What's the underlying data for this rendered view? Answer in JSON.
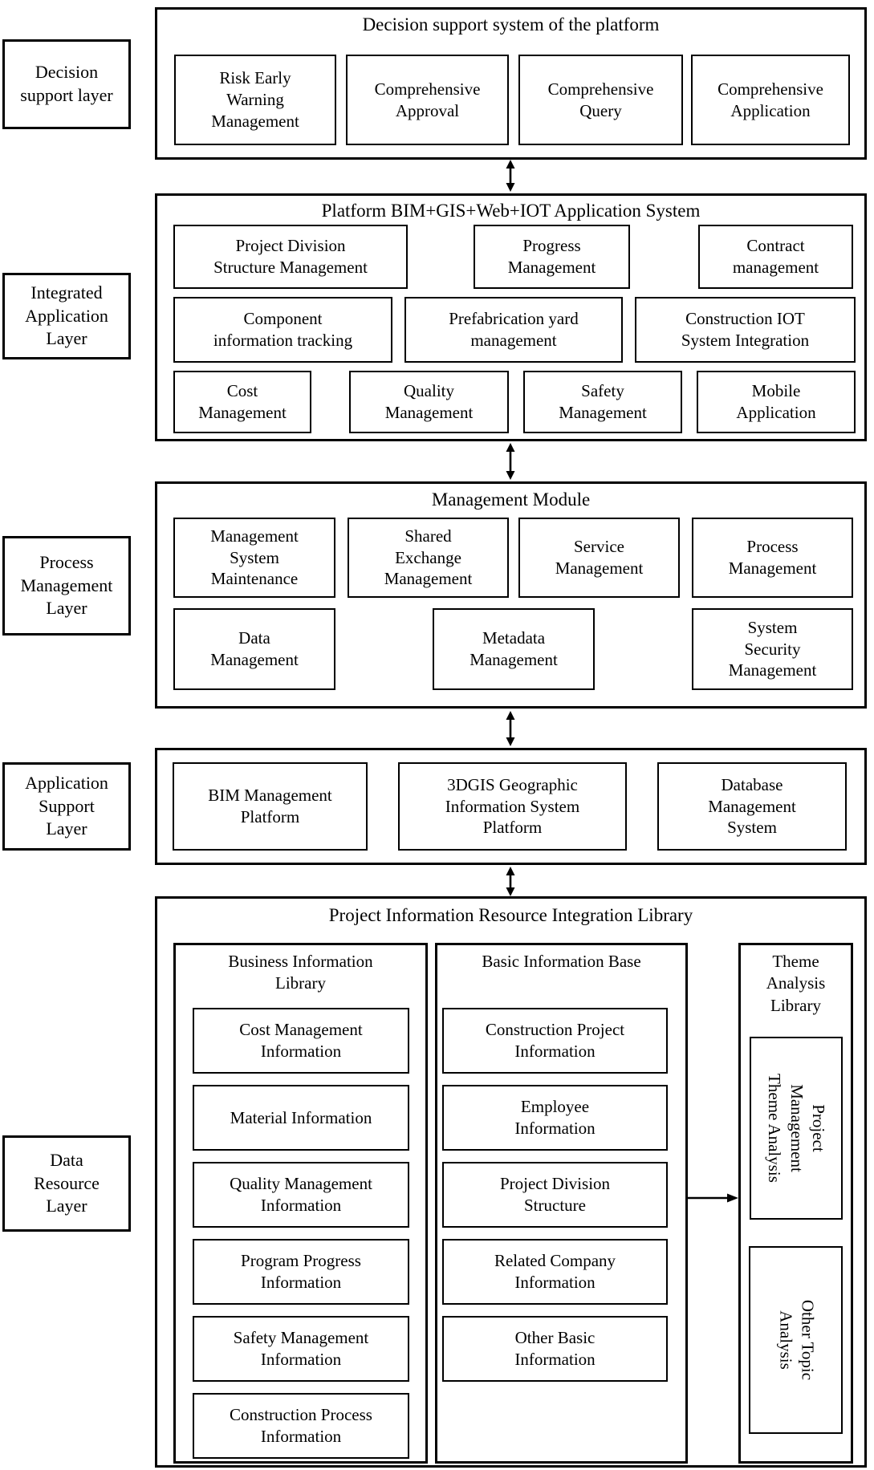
{
  "layer_labels": {
    "decision": "Decision\nsupport layer",
    "integrated": "Integrated\nApplication\nLayer",
    "process": "Process\nManagement\nLayer",
    "support": "Application\nSupport\nLayer",
    "data": "Data\nResource\nLayer"
  },
  "decision_section": {
    "title": "Decision support system of the platform",
    "items": [
      "Risk Early\nWarning\nManagement",
      "Comprehensive\nApproval",
      "Comprehensive\nQuery",
      "Comprehensive\nApplication"
    ]
  },
  "application_section": {
    "title": "Platform BIM+GIS+Web+IOT Application System",
    "row1": [
      "Project Division\nStructure Management",
      "Progress\nManagement",
      "Contract\nmanagement"
    ],
    "row2": [
      "Component\ninformation tracking",
      "Prefabrication yard\nmanagement",
      "Construction IOT\nSystem Integration"
    ],
    "row3": [
      "Cost\nManagement",
      "Quality\nManagement",
      "Safety\nManagement",
      "Mobile\nApplication"
    ]
  },
  "management_section": {
    "title": "Management Module",
    "row1": [
      "Management\nSystem\nMaintenance",
      "Shared\nExchange\nManagement",
      "Service\nManagement",
      "Process\nManagement"
    ],
    "row2": [
      "Data\nManagement",
      "Metadata\nManagement",
      "System\nSecurity\nManagement"
    ]
  },
  "support_section": {
    "items": [
      "BIM Management\nPlatform",
      "3DGIS Geographic\nInformation System\nPlatform",
      "Database\nManagement\nSystem"
    ]
  },
  "data_section": {
    "title": "Project Information Resource Integration Library",
    "business_library": {
      "title": "Business Information\nLibrary",
      "items": [
        "Cost Management\nInformation",
        "Material Information",
        "Quality Management\nInformation",
        "Program Progress\nInformation",
        "Safety Management\nInformation",
        "Construction Process\nInformation"
      ]
    },
    "basic_base": {
      "title": "Basic Information Base",
      "items": [
        "Construction Project\nInformation",
        "Employee\nInformation",
        "Project Division\nStructure",
        "Related Company\nInformation",
        "Other Basic\nInformation"
      ]
    },
    "theme_library": {
      "title": "Theme\nAnalysis\nLibrary",
      "items": [
        "Project\nManagement\nTheme Analysis",
        "Other Topic\nAnalysis"
      ]
    }
  }
}
